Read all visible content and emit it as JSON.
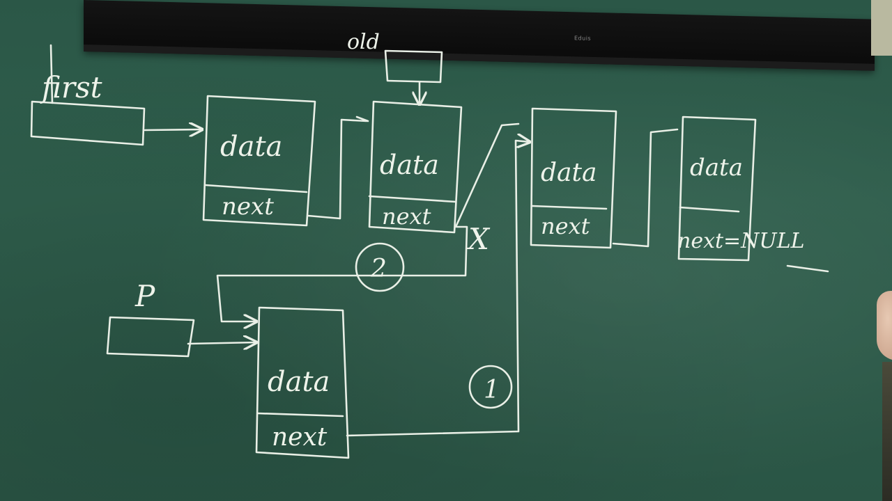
{
  "scene": {
    "labels": {
      "first": "first",
      "old": "old",
      "p": "P",
      "data": "data",
      "next": "next",
      "next_null": "next=NULL",
      "x_mark": "X",
      "step1": "1",
      "step2": "2"
    },
    "tv_brand": "Eduis",
    "colors": {
      "board": "#2e5a48",
      "chalk": "#e9efe6",
      "tv": "#111111"
    }
  }
}
